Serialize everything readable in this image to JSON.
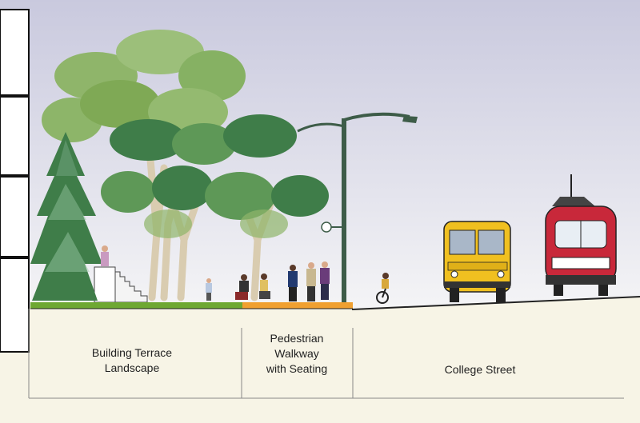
{
  "zones": [
    {
      "id": "terrace",
      "lines": [
        "Building Terrace",
        "Landscape"
      ],
      "color": "#6ea832"
    },
    {
      "id": "walkway",
      "lines": [
        "Pedestrian",
        "Walkway",
        "with Seating"
      ],
      "color": "#f0a030"
    },
    {
      "id": "street",
      "lines": [
        "College Street"
      ],
      "color": "#222222"
    }
  ],
  "colors": {
    "sky_top": "#c9c9de",
    "sky_bottom": "#f4f4f6",
    "ground": "#f7f4e6",
    "tree_dark": "#3f7d49",
    "tree_light": "#7fa955",
    "bus": "#f0c020",
    "streetcar": "#c8283a",
    "lamp": "#3d5c48"
  },
  "icons": [
    "conifer-tree",
    "deciduous-tree",
    "street-lamp",
    "school-bus",
    "streetcar",
    "cyclist",
    "pedestrian",
    "building",
    "stairs"
  ]
}
